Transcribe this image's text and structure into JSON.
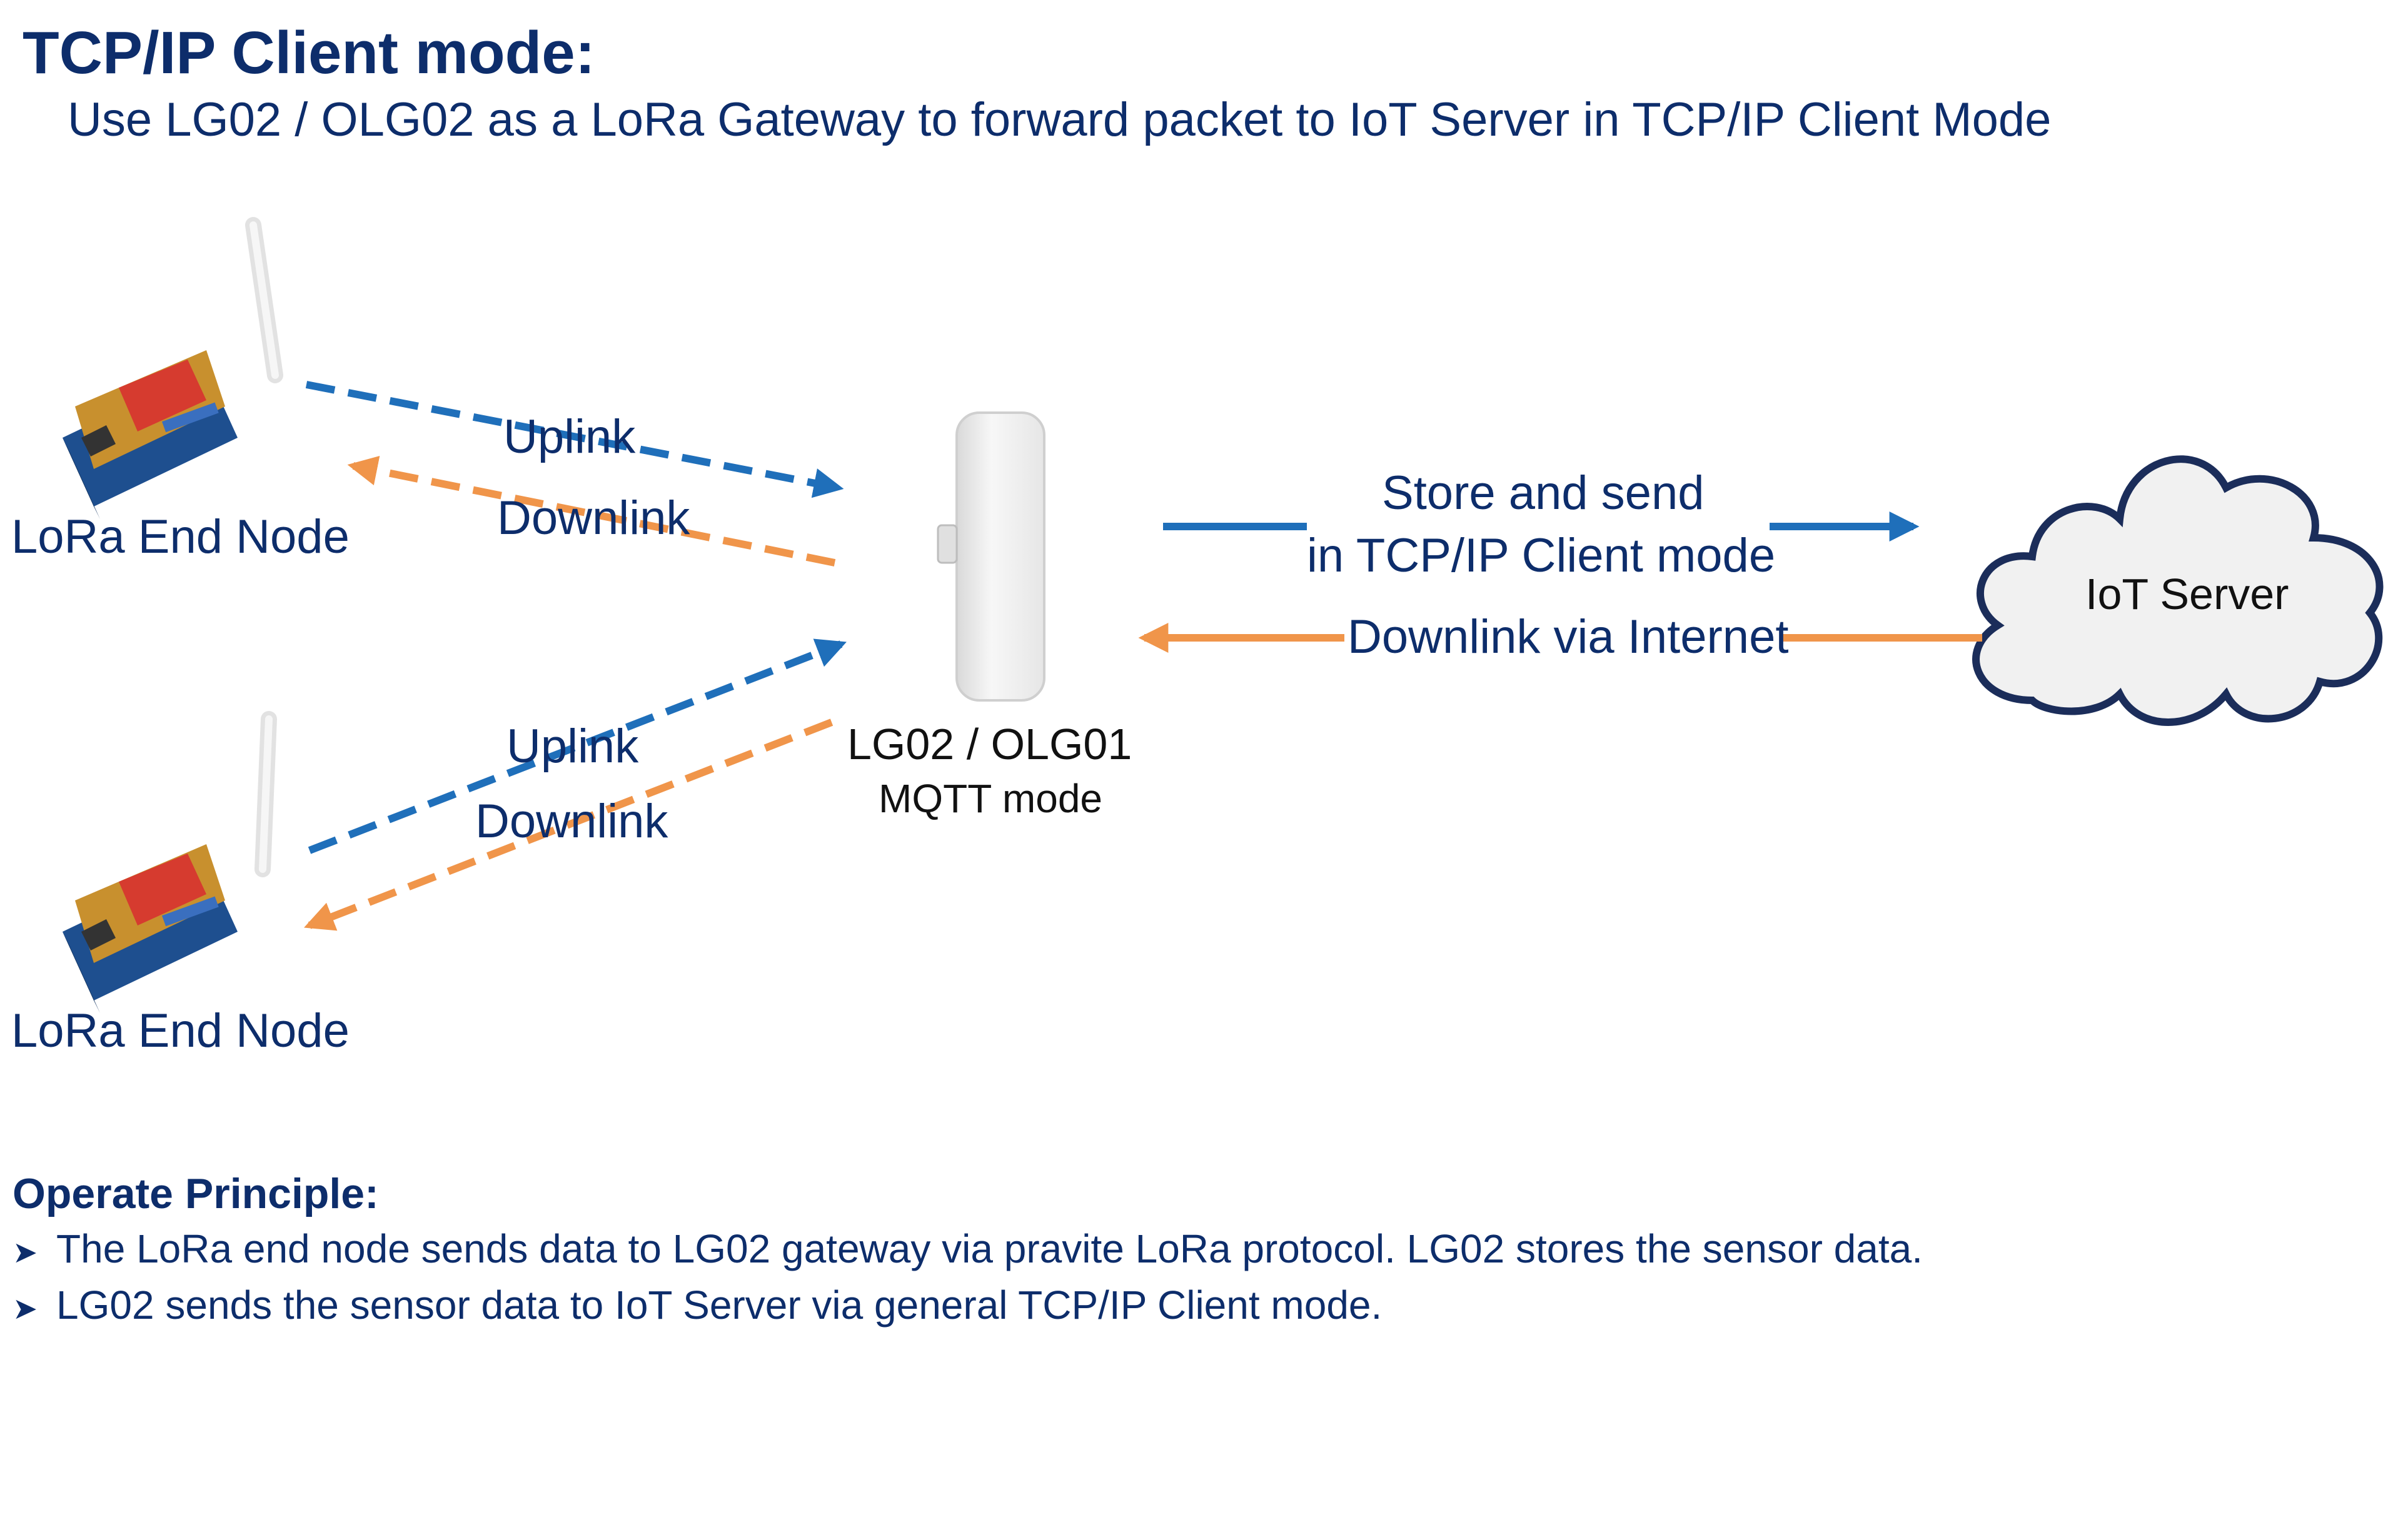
{
  "header": {
    "title": "TCP/IP Client mode:",
    "subtitle": "Use LG02 / OLG02 as a LoRa Gateway to forward packet to IoT Server in TCP/IP Client Mode"
  },
  "nodes": {
    "end_node_1": "LoRa End Node",
    "end_node_2": "LoRa End Node",
    "gateway_line1": "LG02 / OLG01",
    "gateway_line2": "MQTT mode",
    "server": "IoT Server"
  },
  "links": {
    "uplink_1": "Uplink",
    "downlink_1": "Downlink",
    "uplink_2": "Uplink",
    "downlink_2": "Downlink",
    "store_line1": "Store and send",
    "store_line2": "in TCP/IP Client mode",
    "downlink_internet": "Downlink via Internet"
  },
  "principle": {
    "title": "Operate Principle:",
    "bullet_mark": "➤",
    "items": [
      "The LoRa end node sends data to LG02 gateway via pravite LoRa protocol. LG02 stores the sensor data.",
      "LG02 sends the sensor data to IoT Server via general TCP/IP Client mode."
    ]
  },
  "colors": {
    "text": "#0d2d6b",
    "uplink": "#1f6fba",
    "downlink": "#f0954a"
  }
}
